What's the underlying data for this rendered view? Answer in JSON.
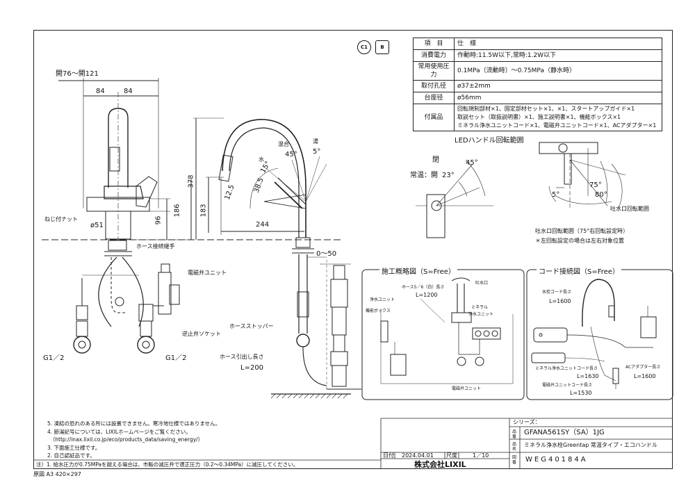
{
  "badges": {
    "c1": "C1",
    "b": "B"
  },
  "spec_table": {
    "header": {
      "key": "項　目",
      "value": "仕　様"
    },
    "rows": [
      {
        "key": "消費電力",
        "value": "作動時:11.5W以下,常時:1.2W以下"
      },
      {
        "key": "常用使用圧力",
        "value": "0.1MPa（流動時）～0.75MPa（静水時）"
      },
      {
        "key": "取付孔径",
        "value": "ø37±2mm"
      },
      {
        "key": "台座径",
        "value": "ø56mm"
      },
      {
        "key": "付属品",
        "lines": [
          "回転規制部材×1、固定部材セット×1、×1、スタートアップガイド×1",
          "取説セット（取扱説明書）×1、施工説明書×1、機能ボックス×1",
          "ミネラル浄水ユニットコード×1、電磁弁ユニットコード×1、ACアダプター×1"
        ]
      }
    ]
  },
  "front_view": {
    "top_dim": "開76～開121",
    "dim_84_left": "84",
    "dim_84_right": "84",
    "dim_96": "96",
    "dim_186": "186",
    "dim_378": "378",
    "nut_label": "ねじ付ナット",
    "dim_phi51": "ø51",
    "hose_joint": "ホース接続継手",
    "solenoid_unit": "電磁弁ユニット",
    "check_valve": "逆止弁ソケット",
    "g_left": "G1／2",
    "g_right": "G1／2"
  },
  "side_view": {
    "dim_183": "183",
    "dim_244": "244",
    "dim_125": "12.5",
    "dim_385": "38.5",
    "angle_15": "15°",
    "angle_45": "45°",
    "angle_5": "5°",
    "mix_label": "混合",
    "cold_label": "水",
    "hot_label": "湯",
    "dim_0_50": "0～50",
    "hose_stopper": "ホースストッパー",
    "hose_pull_label": "ホース引出し長さ",
    "hose_pull_value": "L=200"
  },
  "led_view": {
    "title": "LEDハンドル回転範囲",
    "closed": "閉",
    "normal_temp": "常温：開",
    "angle_45": "45°",
    "angle_23": "23°"
  },
  "spout_view": {
    "angle_75": "75°",
    "angle_80": "80°",
    "angle_5": "5°",
    "range_label": "吐水口回転範囲",
    "note_title": "吐水口回転範囲（75°右回転設定時）",
    "note": "＊左回転設定の場合は左右対象位置"
  },
  "install_frame": {
    "title": "施工概略図（S=Free）",
    "hose_len": "ホース5／6（白）長さ",
    "hose_len_value": "L=1200",
    "spout": "吐水口",
    "filter_unit": "浄水ユニット",
    "func_box": "機能ボックス",
    "mineral": "ミネラル",
    "mineral2": "浄水ユニット",
    "solenoid": "電磁弁ユニット"
  },
  "cord_frame": {
    "title": "コード接続図（S=Free）",
    "faucet_cord": "水栓コード長さ",
    "faucet_cord_value": "L=1600",
    "mineral_cord": "ミネラル浄水ユニットコード長さ",
    "mineral_cord_value": "L=1630",
    "solenoid_cord": "電磁弁ユニットコード長さ",
    "solenoid_cord_value": "L=1530",
    "ac_adapter": "ACアダプター長さ",
    "ac_adapter_value": "L=1600"
  },
  "notes": [
    "5. 凍結の恐れのある所には設置できません。寒冷地仕様ではありません。",
    "4. 節湯記号については、LIXILホームページをご覧ください。",
    "　（http://inax.lixil.co.jp/eco/products_data/saving_energy/）",
    "3. 下面施工仕様です。",
    "2. 自己認証品です。",
    "注）1. 給水圧力が0.75MPaを越える場合は、市販の減圧弁で適正圧力（0.2～0.34MPa）に減圧してください。"
  ],
  "title_block": {
    "series_label": "シリーズ：",
    "product_code": "GFANA561SY（SA）1JG",
    "product_label": "品番",
    "name_label": "品名",
    "product_name": "ミネラル浄水栓Greentap 常温タイプ・エコハンドル",
    "date_label": "日付",
    "date": "2024.04.01",
    "scale_label": "尺度",
    "scale": "1／10",
    "company": "株式会社LIXIL",
    "drawing_label": "図番",
    "drawing_no": "WEG40184A"
  },
  "footer": "原図 A3 420×297"
}
